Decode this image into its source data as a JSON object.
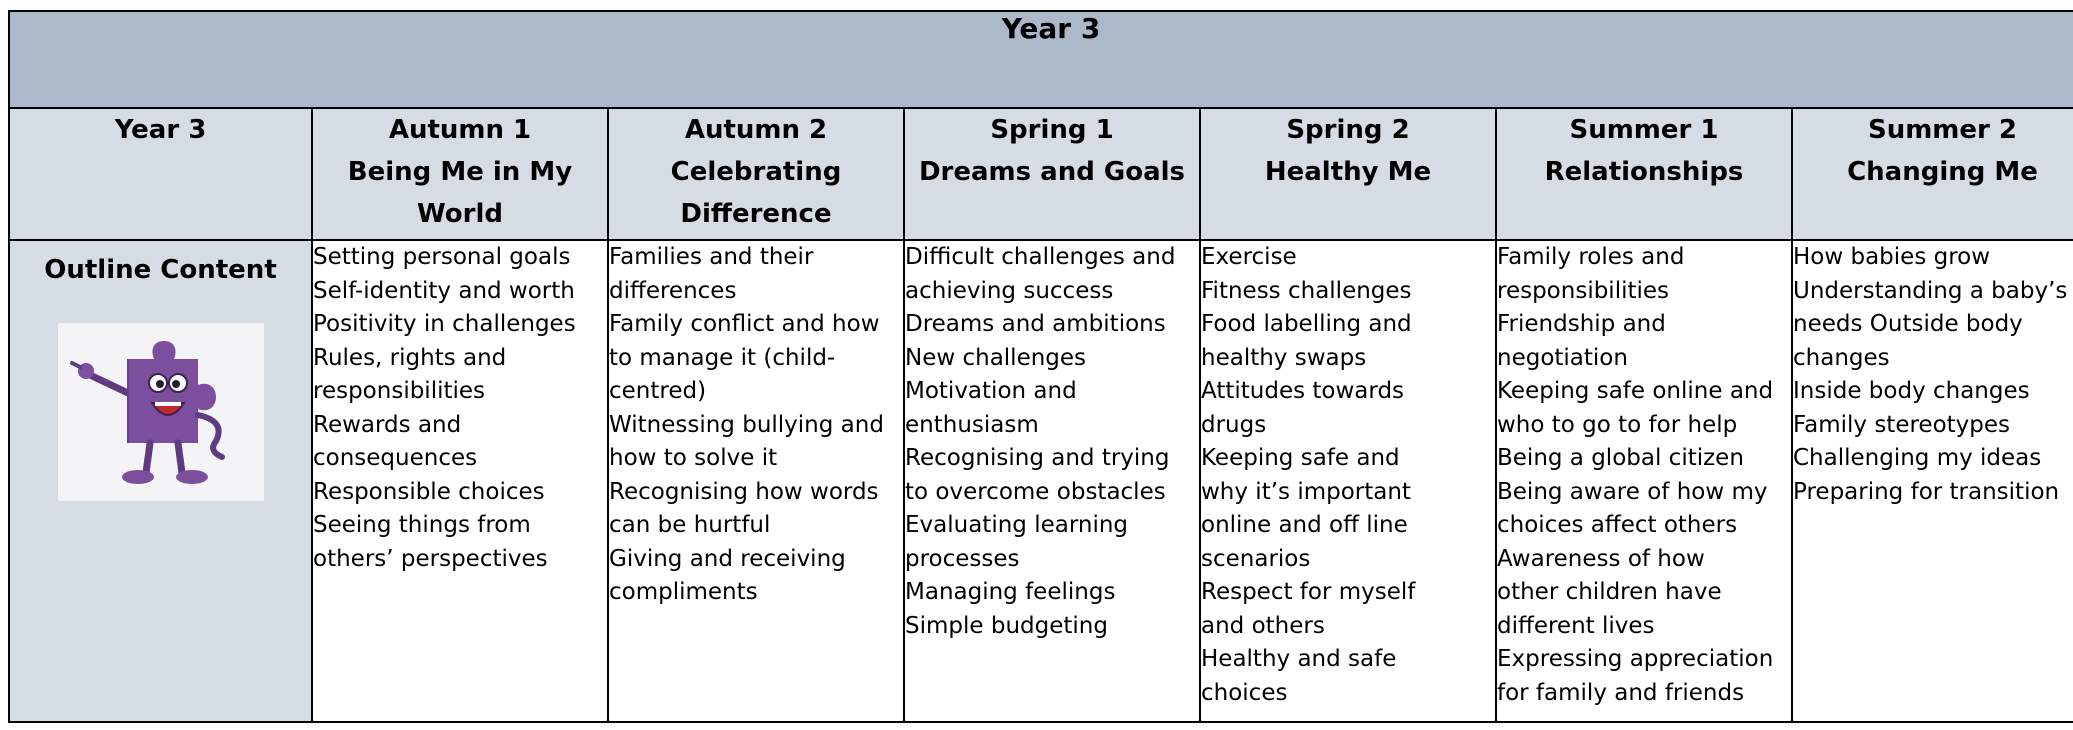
{
  "title": "Year 3",
  "row_header": "Year 3",
  "outline_label": "Outline Content",
  "colors": {
    "title_bg": "#acb9ca",
    "header_bg": "#d6dce4",
    "mascot_purple": "#7b4f9e"
  },
  "icons": {
    "mascot": "jigsaw-piece-mascot-icon"
  },
  "columns": [
    {
      "term": "Autumn 1",
      "theme_lines": [
        "Being Me in My",
        "World"
      ],
      "items": [
        "Setting personal goals",
        "Self-identity and worth",
        "Positivity in challenges",
        "Rules, rights and",
        "responsibilities",
        "Rewards and",
        "consequences",
        "Responsible choices",
        "Seeing things from",
        "others’  perspectives"
      ]
    },
    {
      "term": "Autumn 2",
      "theme_lines": [
        "Celebrating",
        "Difference"
      ],
      "items": [
        "Families and their",
        "differences",
        "Family conflict and how",
        "to manage it (child-",
        "centred)",
        "Witnessing bullying and",
        "how to solve it",
        "Recognising how words",
        "can be hurtful",
        "Giving and receiving",
        "compliments"
      ]
    },
    {
      "term": "Spring 1",
      "theme_lines": [
        "Dreams and Goals"
      ],
      "items": [
        "Difficult challenges and",
        "achieving success",
        "Dreams and ambitions",
        "New challenges",
        "Motivation and",
        "enthusiasm",
        "Recognising and trying",
        "to overcome obstacles",
        "Evaluating learning",
        "processes",
        "Managing feelings",
        "Simple budgeting"
      ]
    },
    {
      "term": "Spring 2",
      "theme_lines": [
        "Healthy Me"
      ],
      "items": [
        "Exercise",
        "Fitness challenges",
        "Food labelling and",
        "healthy swaps",
        "Attitudes towards",
        "drugs",
        "Keeping safe and",
        "why it’s important",
        "online and off line",
        "scenarios",
        "Respect for myself",
        "and others",
        "Healthy and safe",
        "choices"
      ]
    },
    {
      "term": "Summer 1",
      "theme_lines": [
        "Relationships"
      ],
      "items": [
        "Family roles and",
        "responsibilities",
        "Friendship and",
        "negotiation",
        "Keeping safe online and",
        "who to go to for help",
        "Being a global citizen",
        "Being aware of how my",
        "choices affect others",
        "Awareness of how",
        "other children have",
        "different lives",
        "Expressing appreciation",
        "for family and friends"
      ]
    },
    {
      "term": "Summer 2",
      "theme_lines": [
        "Changing Me"
      ],
      "items": [
        "How babies grow",
        "Understanding a baby’s",
        "needs Outside body",
        "changes",
        "Inside body changes",
        "Family stereotypes",
        "Challenging my ideas",
        "Preparing for transition"
      ]
    }
  ]
}
